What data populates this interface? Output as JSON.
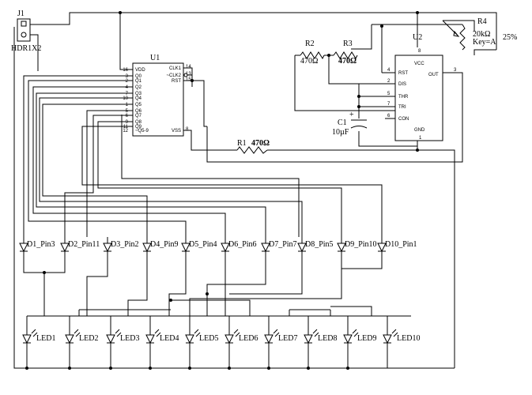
{
  "connector": {
    "ref": "J1",
    "value": "HDR1X2"
  },
  "counter": {
    "ref": "U1",
    "left_pins": [
      {
        "num": "16",
        "name": "VDD"
      },
      {
        "num": "3",
        "name": "Q0"
      },
      {
        "num": "2",
        "name": "Q1"
      },
      {
        "num": "4",
        "name": "Q2"
      },
      {
        "num": "7",
        "name": "Q3"
      },
      {
        "num": "10",
        "name": "Q4"
      },
      {
        "num": "1",
        "name": "Q5"
      },
      {
        "num": "5",
        "name": "Q6"
      },
      {
        "num": "6",
        "name": "Q7"
      },
      {
        "num": "9",
        "name": "Q8"
      },
      {
        "num": "11",
        "name": "Q9"
      },
      {
        "num": "12",
        "name": "~Q5-9"
      }
    ],
    "right_pins": [
      {
        "num": "14",
        "name": "CLK1"
      },
      {
        "num": "13",
        "name": "~CLK2"
      },
      {
        "num": "15",
        "name": "RST"
      },
      {
        "num": "8",
        "name": "VSS"
      }
    ]
  },
  "timer": {
    "ref": "U2",
    "top_pin": {
      "num": "8",
      "name": "VCC"
    },
    "left_pins": [
      {
        "num": "4",
        "name": "RST"
      },
      {
        "num": "2",
        "name": "DIS"
      },
      {
        "num": "5",
        "name": "THR"
      },
      {
        "num": "7",
        "name": "TRI"
      },
      {
        "num": "6",
        "name": "CON"
      }
    ],
    "out_pin": {
      "num": "3",
      "name": "OUT"
    },
    "bottom_pin": {
      "num": "1",
      "name": "GND"
    }
  },
  "resistors": {
    "r1": {
      "ref": "R1",
      "value": "470Ω"
    },
    "r2": {
      "ref": "R2",
      "value": "470Ω"
    },
    "r3": {
      "ref": "R3",
      "value": "470Ω"
    }
  },
  "potentiometer": {
    "ref": "R4",
    "value": "20kΩ",
    "key": "Key=A",
    "setting": "25%"
  },
  "capacitor": {
    "ref": "C1",
    "value": "10µF"
  },
  "diodes": [
    "D1_Pin3",
    "D2_Pin11",
    "D3_Pin2",
    "D4_Pin9",
    "D5_Pin4",
    "D6_Pin6",
    "D7_Pin7",
    "D8_Pin5",
    "D9_Pin10",
    "D10_Pin1"
  ],
  "leds": [
    "LED1",
    "LED2",
    "LED3",
    "LED4",
    "LED5",
    "LED6",
    "LED7",
    "LED8",
    "LED9",
    "LED10"
  ]
}
